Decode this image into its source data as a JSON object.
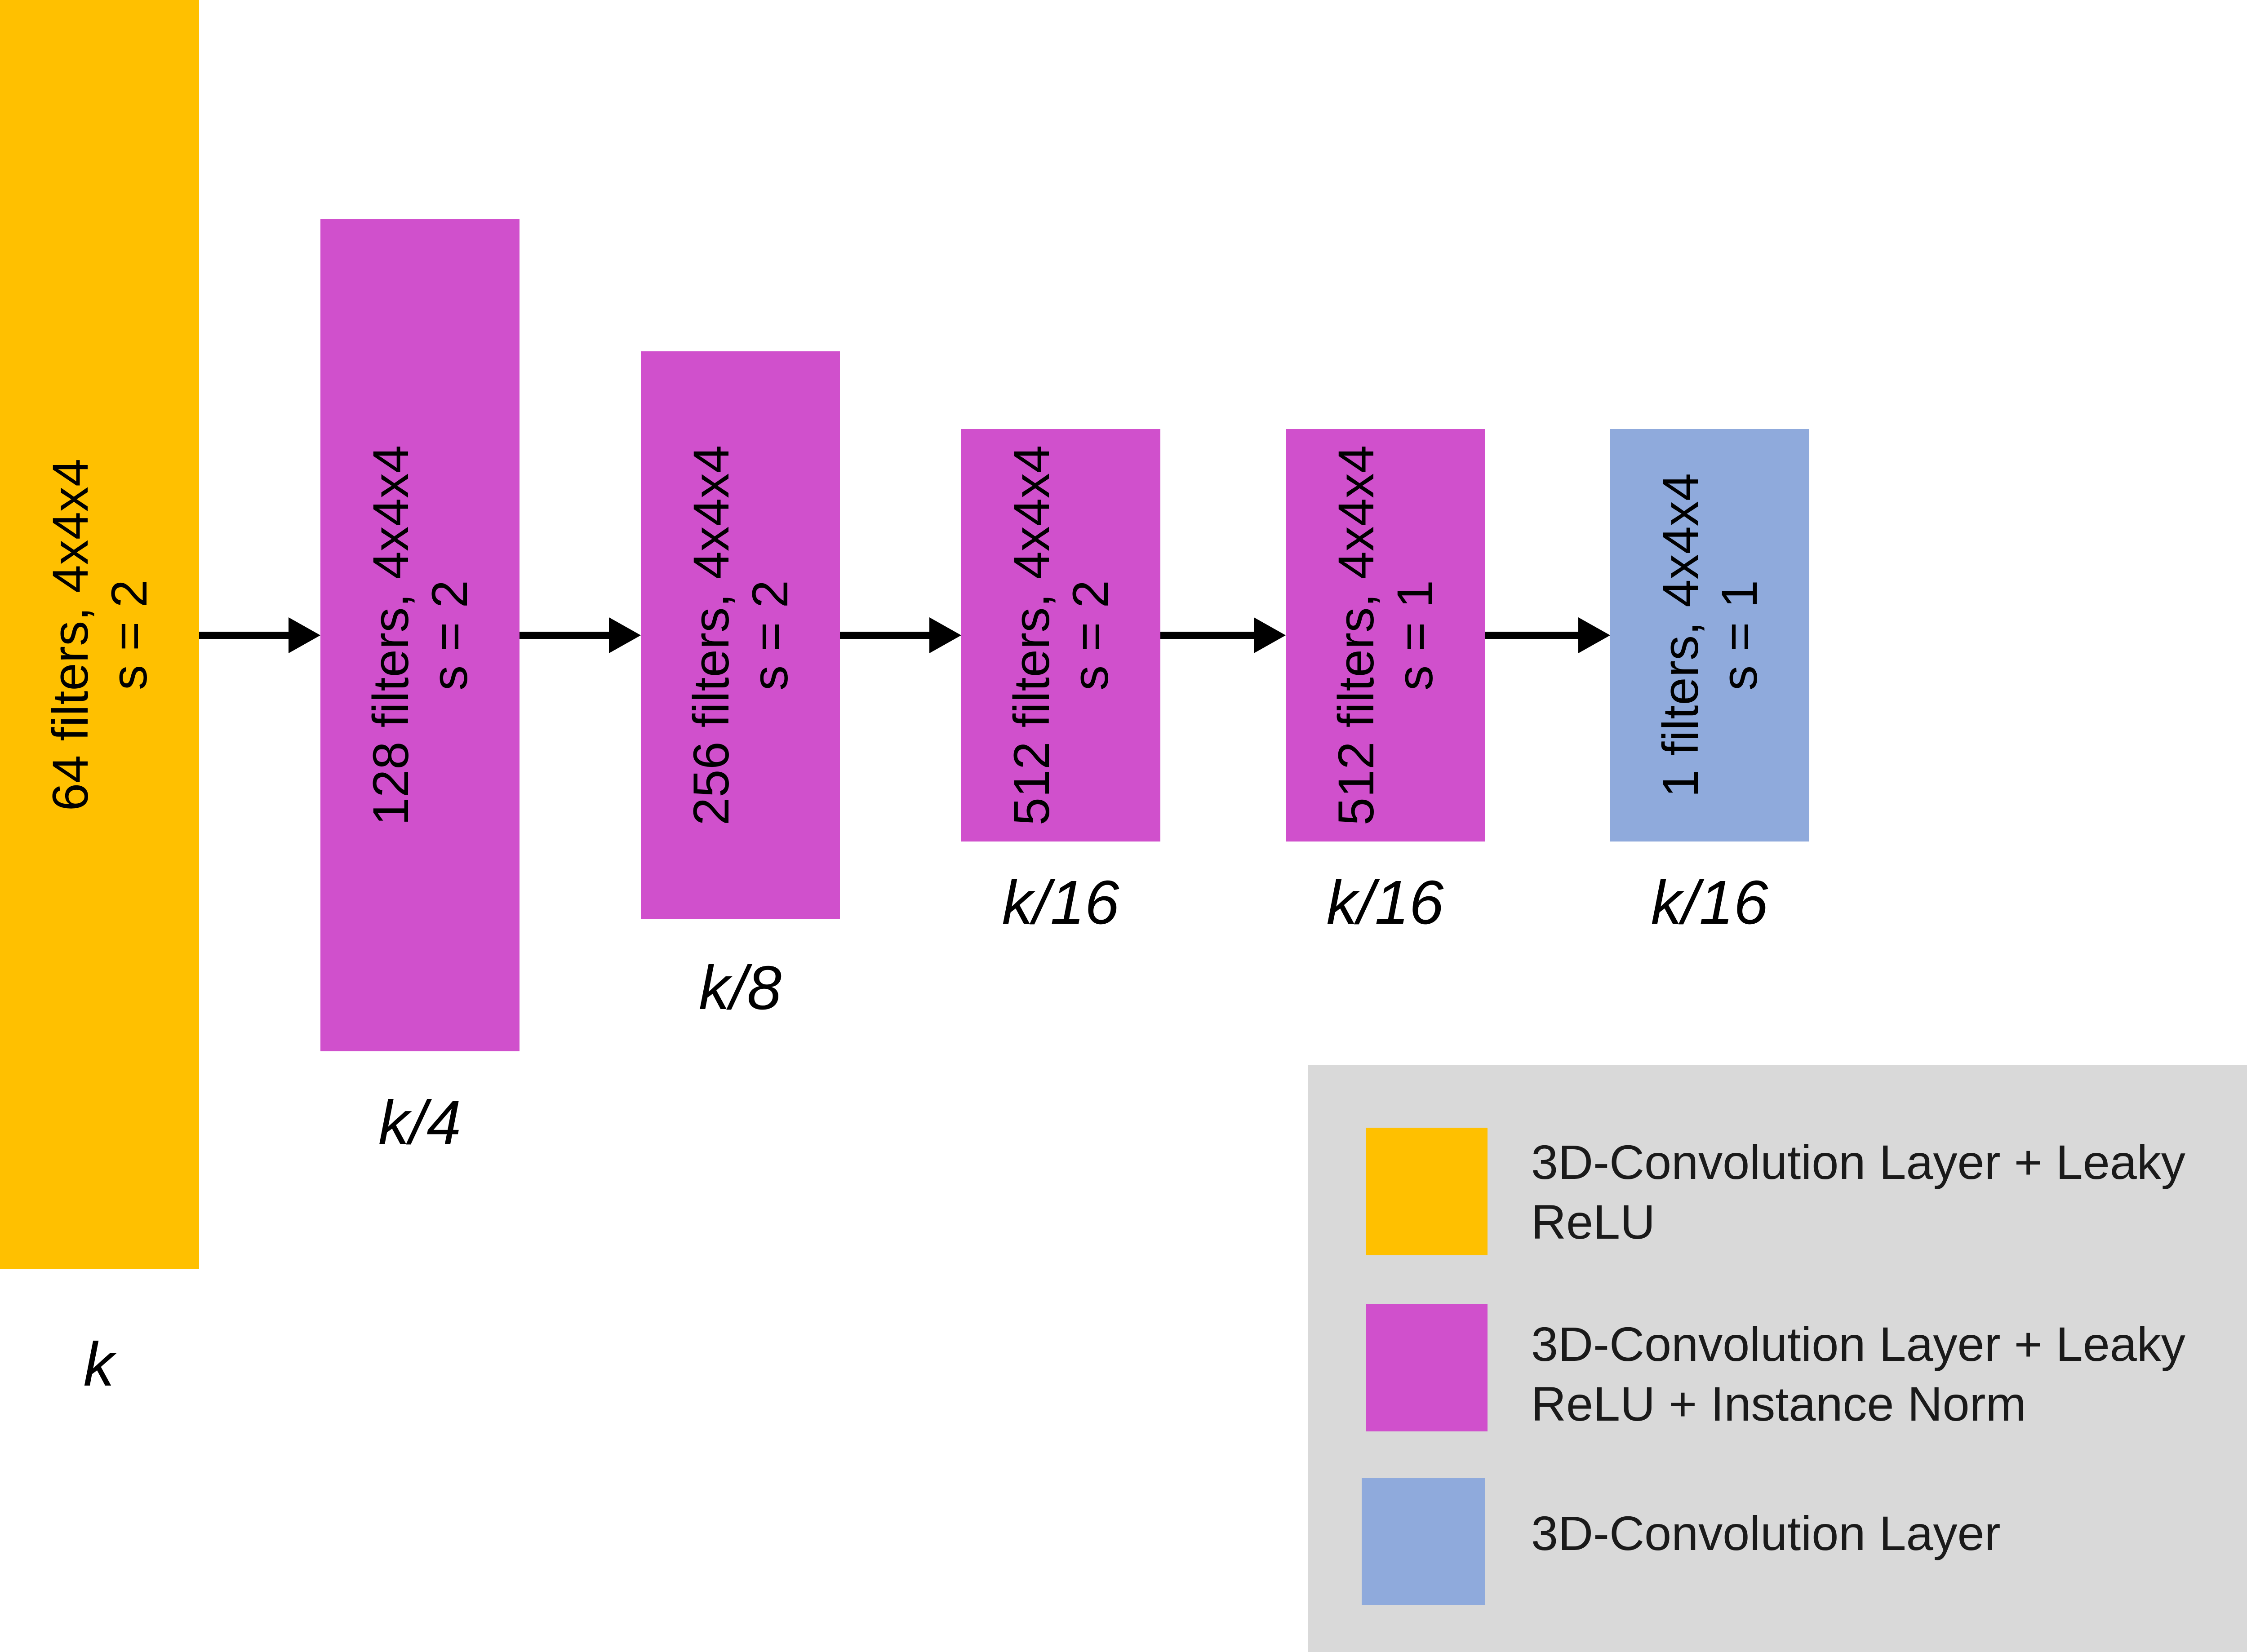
{
  "colors": {
    "conv_leaky": "#ffc000",
    "conv_leaky_norm": "#d050cc",
    "conv": "#8faadc",
    "legend_bg": "#d9d9d9",
    "arrow": "#000000"
  },
  "layers": [
    {
      "filters_text": "64 filters, 4x4x4",
      "stride_text": "s = 2",
      "size_label": "k",
      "type": "conv_leaky"
    },
    {
      "filters_text": "128 filters, 4x4x4",
      "stride_text": "s = 2",
      "size_label": "k/4",
      "type": "conv_leaky_norm"
    },
    {
      "filters_text": "256 filters, 4x4x4",
      "stride_text": "s = 2",
      "size_label": "k/8",
      "type": "conv_leaky_norm"
    },
    {
      "filters_text": "512 filters, 4x4x4",
      "stride_text": "s = 2",
      "size_label": "k/16",
      "type": "conv_leaky_norm"
    },
    {
      "filters_text": "512 filters, 4x4x4",
      "stride_text": "s = 1",
      "size_label": "k/16",
      "type": "conv_leaky_norm"
    },
    {
      "filters_text": "1 filters, 4x4x4",
      "stride_text": "s = 1",
      "size_label": "k/16",
      "type": "conv"
    }
  ],
  "legend": {
    "items": [
      {
        "type": "conv_leaky",
        "text": "3D-Convolution Layer + Leaky ReLU"
      },
      {
        "type": "conv_leaky_norm",
        "text": "3D-Convolution Layer + Leaky ReLU + Instance Norm"
      },
      {
        "type": "conv",
        "text": "3D-Convolution Layer"
      }
    ]
  }
}
